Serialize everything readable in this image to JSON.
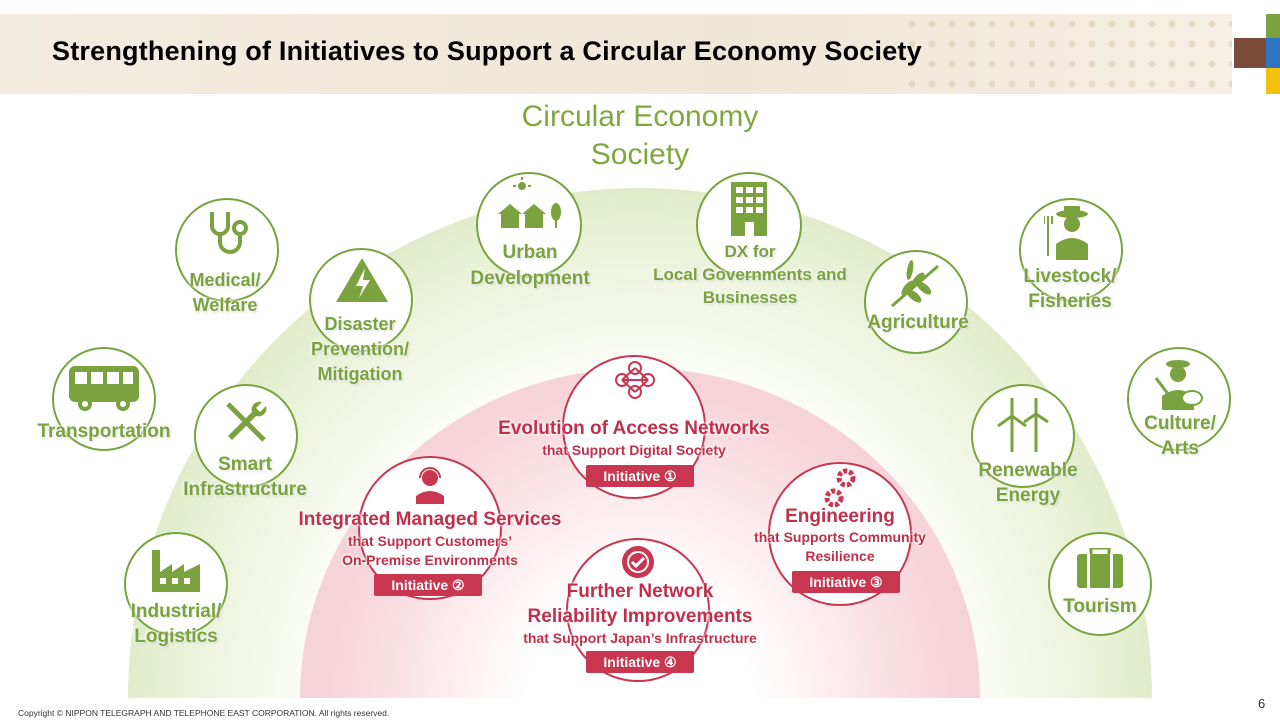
{
  "title": "Strengthening of Initiatives to Support a Circular Economy Society",
  "hero_title": [
    "Circular Economy",
    "Society"
  ],
  "brand_colors": {
    "green": "#7aa23e",
    "red": "#c8364f",
    "brown": "#7b4b3a",
    "blue": "#2f74c0",
    "yellow": "#f4c20d"
  },
  "sectors": [
    {
      "label": [
        "Medical/",
        "Welfare"
      ],
      "icon": "stethoscope-icon"
    },
    {
      "label": [
        "Disaster",
        "Prevention/",
        "Mitigation"
      ],
      "icon": "lightning-warning-icon"
    },
    {
      "label": [
        "Urban",
        "Development"
      ],
      "icon": "houses-sun-icon"
    },
    {
      "label": [
        "DX for",
        "Local Governments and",
        "Businesses"
      ],
      "icon": "building-icon"
    },
    {
      "label": [
        "Agriculture"
      ],
      "icon": "wheat-icon"
    },
    {
      "label": [
        "Livestock/",
        "Fisheries"
      ],
      "icon": "farmer-icon"
    },
    {
      "label": [
        "Transportation"
      ],
      "icon": "bus-icon"
    },
    {
      "label": [
        "Smart",
        "Infrastructure"
      ],
      "icon": "tools-icon"
    },
    {
      "label": [
        "Culture/",
        "Arts"
      ],
      "icon": "painter-icon"
    },
    {
      "label": [
        "Renewable",
        "Energy"
      ],
      "icon": "wind-turbine-icon"
    },
    {
      "label": [
        "Industrial/",
        "Logistics"
      ],
      "icon": "factory-icon"
    },
    {
      "label": [
        "Tourism"
      ],
      "icon": "suitcase-icon"
    }
  ],
  "initiatives": [
    {
      "title": [
        "Evolution of Access Networks"
      ],
      "subtitle": [
        "that Support Digital Society"
      ],
      "badge": "Initiative ①",
      "icon": "network-people-icon"
    },
    {
      "title": [
        "Integrated Managed Services"
      ],
      "subtitle": [
        "that Support Customers’",
        "On-Premise Environments"
      ],
      "badge": "Initiative ②",
      "icon": "operator-headset-icon"
    },
    {
      "title": [
        "Engineering"
      ],
      "subtitle": [
        "that Supports Community",
        "Resilience"
      ],
      "badge": "Initiative ③",
      "icon": "gears-icon"
    },
    {
      "title": [
        "Further Network",
        "Reliability  Improvements"
      ],
      "subtitle": [
        "that Support Japan’s Infrastructure"
      ],
      "badge": "Initiative ④",
      "icon": "check-seal-icon"
    }
  ],
  "footer": "Copyright © NIPPON TELEGRAPH AND TELEPHONE EAST CORPORATION. All rights reserved.",
  "page_number": "6"
}
